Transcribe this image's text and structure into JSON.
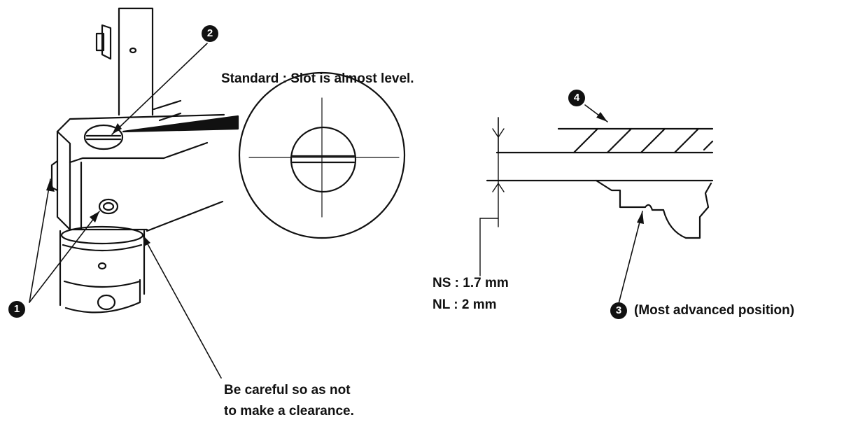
{
  "labels": {
    "standard": "Standard : Slot is almost level.",
    "ns": "NS : 1.7 mm",
    "nl": "NL : 2 mm",
    "most_advanced": "(Most advanced position)",
    "careful_line1": "Be careful so as not",
    "careful_line2": "to make a clearance."
  },
  "callouts": {
    "c1": "1",
    "c2": "2",
    "c3": "3",
    "c4": "4"
  }
}
